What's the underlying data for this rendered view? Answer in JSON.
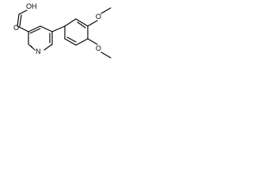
{
  "molecule": {
    "labels": {
      "carboxyl_oh": "OH",
      "carbonyl_o": "O",
      "pyridine_n": "N",
      "methoxy_upper_o": "O",
      "methoxy_lower_o": "O"
    }
  }
}
